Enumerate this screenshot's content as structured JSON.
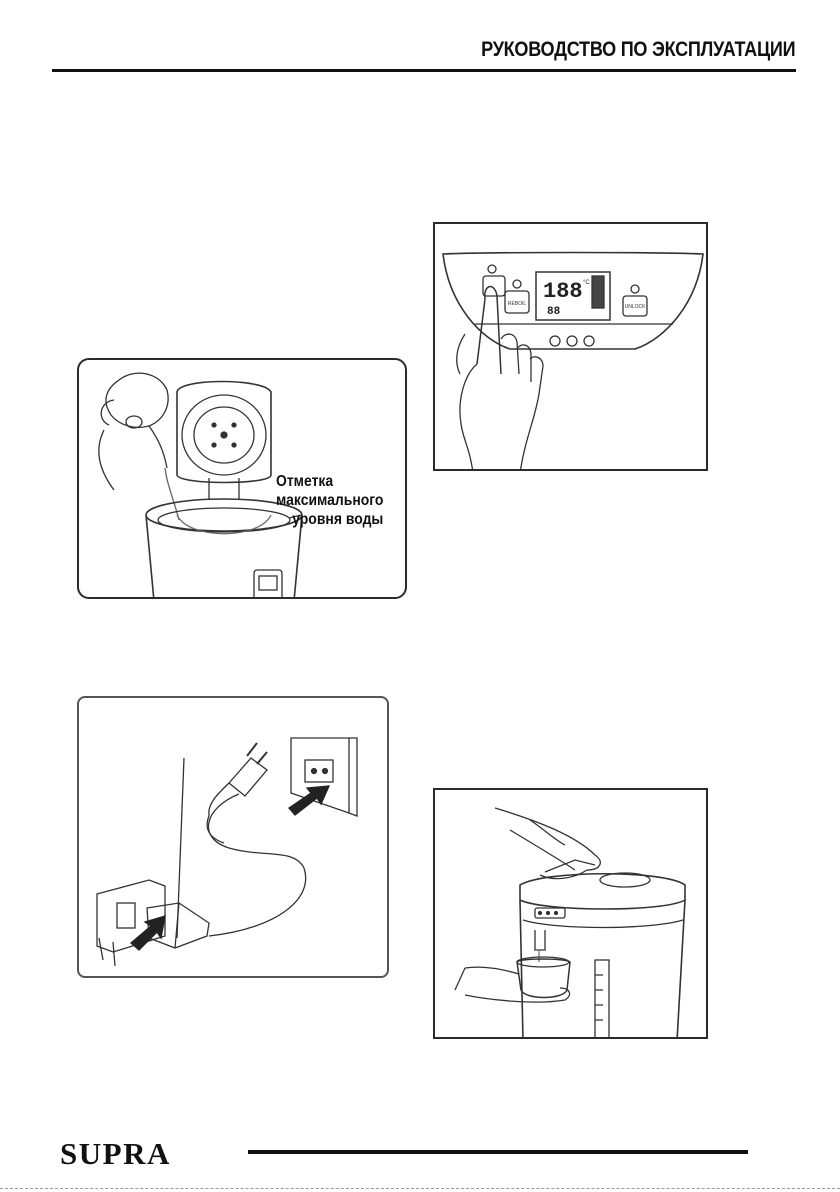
{
  "header": {
    "title": "РУКОВОДСТВО ПО ЭКСПЛУАТАЦИИ"
  },
  "figures": {
    "fill_water": {
      "label_line1": "Отметка",
      "label_line2": "максимального",
      "label_line3": "уровня воды"
    },
    "control_panel": {
      "display_temp": "188",
      "display_unit": "°C",
      "display_small": "88",
      "left_button_label": "REBOIL",
      "right_button_label": "UNLOCK"
    },
    "power_plug": {},
    "dispense": {}
  },
  "footer": {
    "brand": "SUPRA"
  }
}
